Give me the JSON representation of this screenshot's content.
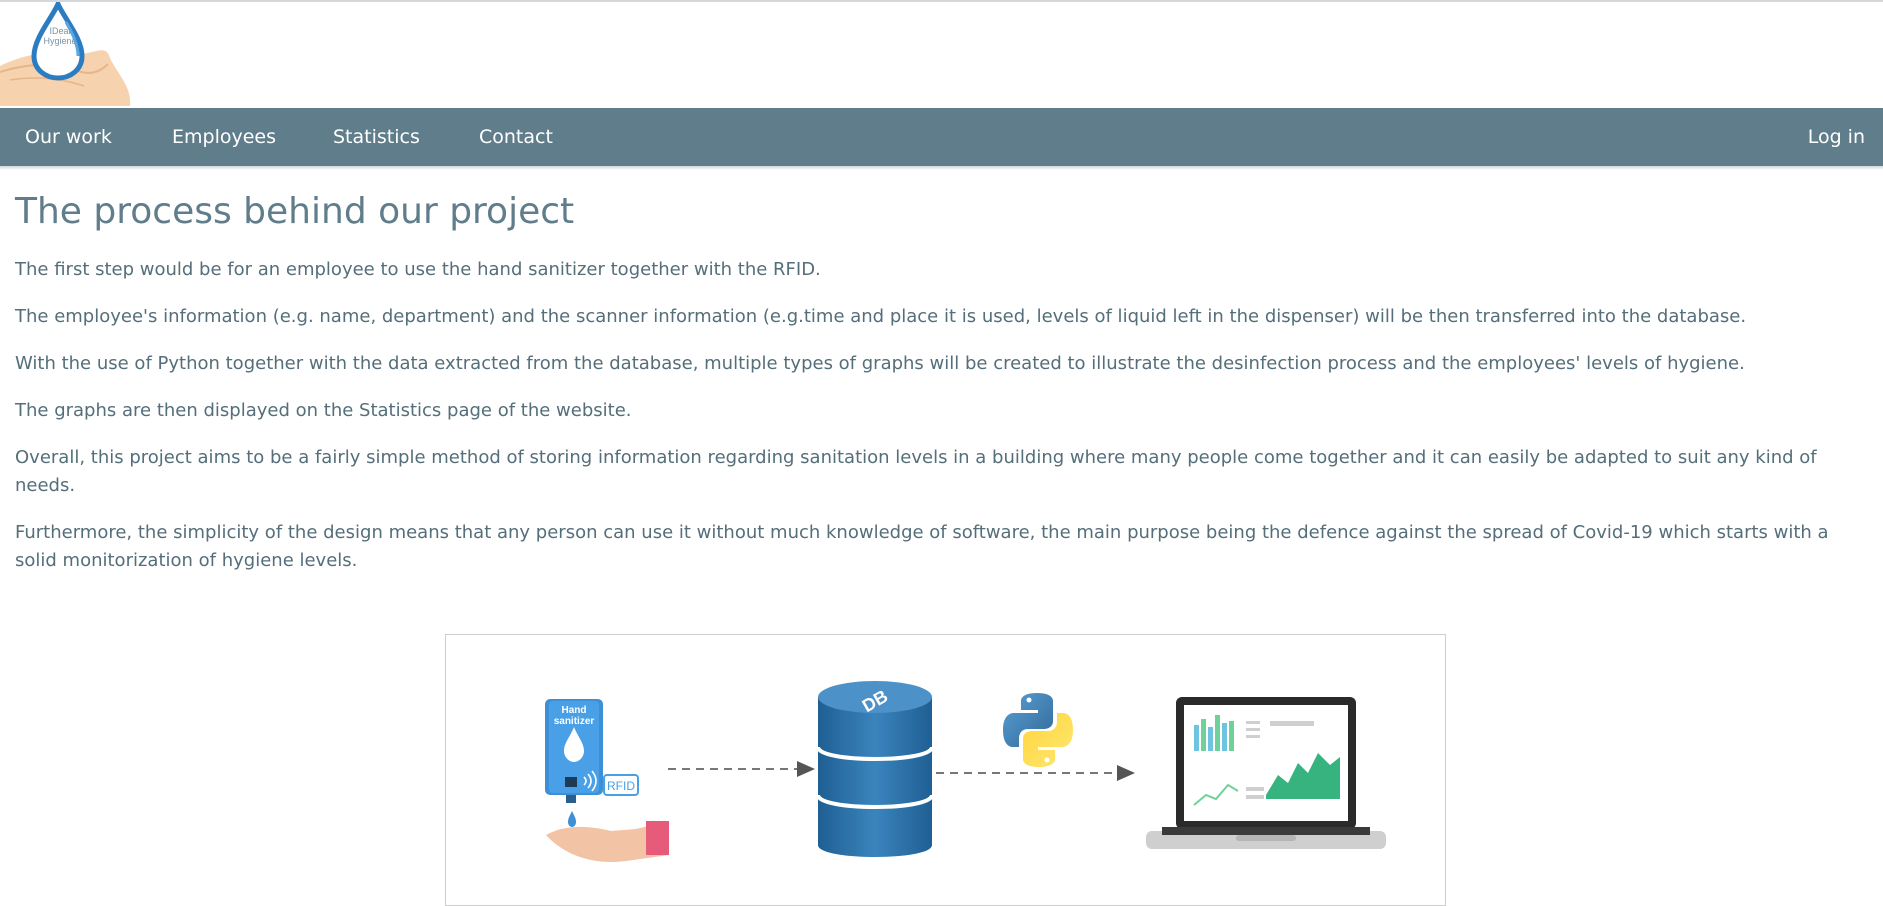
{
  "brand": {
    "logo_text_line1": "IDeal",
    "logo_text_line2": "Hygiene"
  },
  "nav": {
    "items": [
      {
        "label": "Our work"
      },
      {
        "label": "Employees"
      },
      {
        "label": "Statistics"
      },
      {
        "label": "Contact"
      }
    ],
    "login_label": "Log in"
  },
  "main": {
    "title": "The process behind our project",
    "paragraphs": [
      "The first step would be for an employee to use the hand sanitizer together with the RFID.",
      "The employee's information (e.g. name, department) and the scanner information (e.g.time and place it is used, levels of liquid left in the dispenser) will be then transferred into the database.",
      "With the use of Python together with the data extracted from the database, multiple types of graphs will be created to illustrate the desinfection process and the employees' levels of hygiene.",
      "The graphs are then displayed on the Statistics page of the website.",
      "Overall, this project aims to be a fairly simple method of storing information regarding sanitation levels in a building where many people come together and it can easily be adapted to suit any kind of needs.",
      "Furthermore, the simplicity of the design means that any person can use it without much knowledge of software, the main purpose being the defence against the spread of Covid-19 which starts with a solid monitorization of hygiene levels."
    ]
  },
  "diagram": {
    "sanitizer_label_line1": "Hand",
    "sanitizer_label_line2": "sanitizer",
    "rfid_label": "RFID",
    "db_label": "DB"
  },
  "colors": {
    "nav_bg": "#607d8b",
    "text": "#546e7a"
  }
}
